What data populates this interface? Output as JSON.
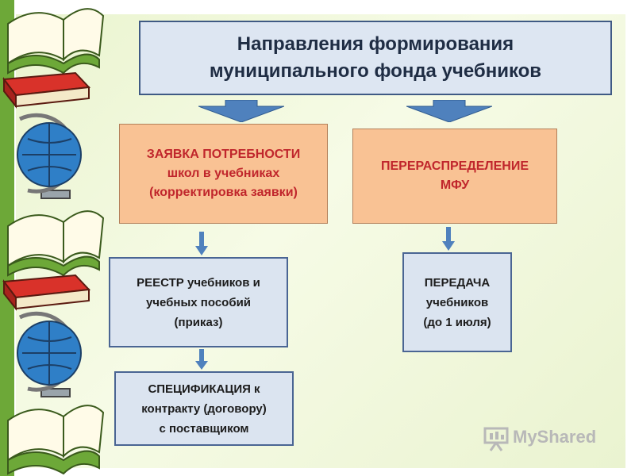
{
  "title": "Направления  формирования\nмуниципального фонда учебников",
  "left_branch": {
    "request": "ЗАЯВКА ПОТРЕБНОСТИ\nшкол в учебниках\n(корректировка заявки)",
    "registry": "РЕЕСТР учебников и\nучебных пособий\n(приказ)",
    "specification": "СПЕЦИФИКАЦИЯ к\nконтракту (договору)\nс поставщиком"
  },
  "right_branch": {
    "redistribution": "ПЕРЕРАСПРЕДЕЛЕНИЕ\nМФУ",
    "transfer": "ПЕРЕДАЧА\nучебников\n(до 1 июля)"
  },
  "watermark": "MyShared",
  "colors": {
    "title_fill": "#dde6f2",
    "orange_fill": "#f9c294",
    "orange_text": "#c0262c",
    "blue_fill": "#dbe4f0",
    "arrow": "#4f81bd",
    "border": "#3f5a84"
  },
  "icons": [
    "open-book-icon",
    "closed-book-icon",
    "globe-icon",
    "down-arrow-icon",
    "presentation-icon"
  ]
}
